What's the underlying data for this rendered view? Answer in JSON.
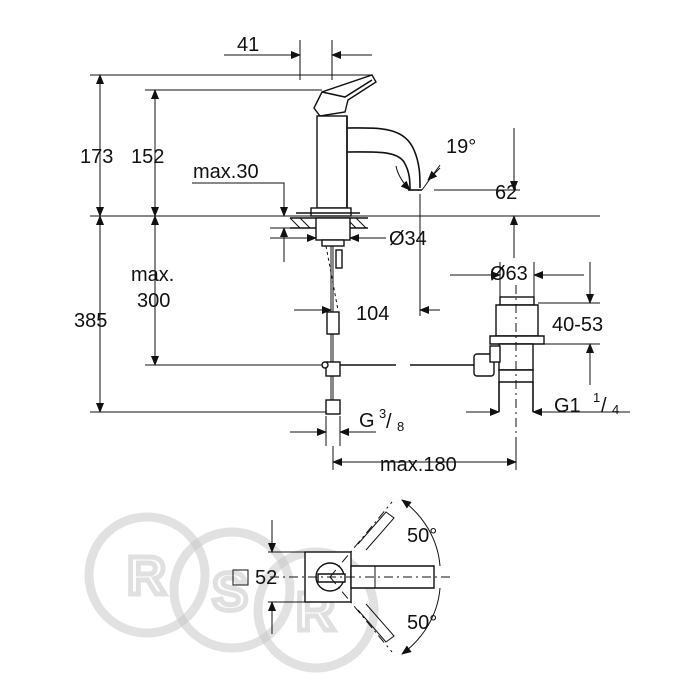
{
  "dimensions": {
    "d41": "41",
    "d173": "173",
    "d152": "152",
    "d19deg": "19°",
    "d62": "62",
    "max30": "max.30",
    "d34": "Ø34",
    "max300_line1": "max.",
    "max300_line2": "300",
    "d385": "385",
    "d104": "104",
    "d63": "Ø63",
    "d40_53": "40-53",
    "g1_main": "G1",
    "g1_num": "1",
    "g1_den": "4",
    "g38_main": "G",
    "g38_num": "3",
    "g38_den": "8",
    "max180": "max.180",
    "sq52": "52",
    "angle_top": "50°",
    "angle_bottom": "50°"
  },
  "watermark": {
    "letters": [
      "R",
      "S",
      "R"
    ]
  },
  "colors": {
    "line": "#111111",
    "watermark": "#c8c8c8",
    "background": "#ffffff"
  }
}
